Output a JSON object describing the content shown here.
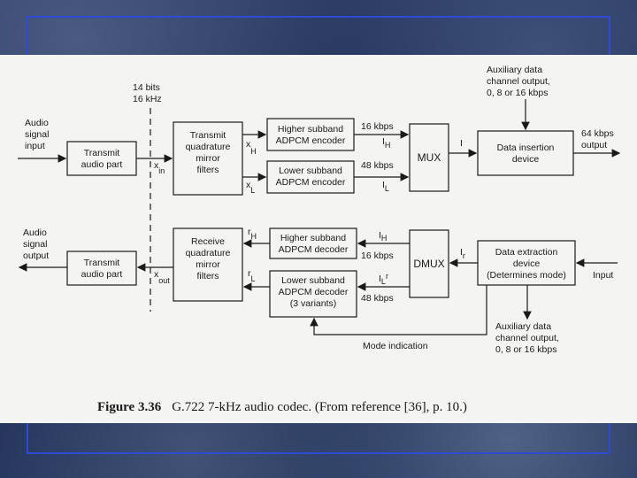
{
  "diagram": {
    "top_note": {
      "l1": "14 bits",
      "l2": "16 kHz"
    },
    "audio_in": {
      "l1": "Audio",
      "l2": "signal",
      "l3": "input"
    },
    "audio_out": {
      "l1": "Audio",
      "l2": "signal",
      "l3": "output"
    },
    "tx_audio": {
      "l1": "Transmit",
      "l2": "audio part"
    },
    "rx_audio": {
      "l1": "Transmit",
      "l2": "audio part"
    },
    "tqmf": {
      "l1": "Transmit",
      "l2": "quadrature",
      "l3": "mirror",
      "l4": "filters"
    },
    "rqmf": {
      "l1": "Receive",
      "l2": "quadrature",
      "l3": "mirror",
      "l4": "filters"
    },
    "enc_h": {
      "l1": "Higher subband",
      "l2": "ADPCM encoder"
    },
    "enc_l": {
      "l1": "Lower subband",
      "l2": "ADPCM encoder"
    },
    "dec_h": {
      "l1": "Higher subband",
      "l2": "ADPCM decoder"
    },
    "dec_l": {
      "l1": "Lower subband",
      "l2": "ADPCM decoder",
      "l3": "(3 variants)"
    },
    "mux": "MUX",
    "dmux": "DMUX",
    "insert": {
      "l1": "Data insertion",
      "l2": "device"
    },
    "extract": {
      "l1": "Data extraction",
      "l2": "device",
      "l3": "(Determines mode)"
    },
    "aux_top": {
      "l1": "Auxiliary data",
      "l2": "channel output,",
      "l3": "0, 8 or 16 kbps"
    },
    "aux_bot": {
      "l1": "Auxiliary data",
      "l2": "channel output,",
      "l3": "0, 8 or 16 kbps"
    },
    "out64": {
      "l1": "64 kbps",
      "l2": "output"
    },
    "input_lbl": "Input",
    "mode": "Mode indication",
    "rates": {
      "h_top": "16 kbps",
      "l_top": "48 kbps",
      "h_bot": "16 kbps",
      "l_bot": "48 kbps"
    },
    "sig": {
      "xin": "x",
      "xin_sub": "in",
      "xh": "x",
      "xh_sub": "H",
      "xl": "x",
      "xl_sub": "L",
      "ih": "I",
      "ih_sub": "H",
      "il": "I",
      "il_sub": "L",
      "i": "I",
      "ihr": "I",
      "ihr_sub": "H",
      "ilr": "I",
      "ilr_sub": "L",
      "ilr_sup": "r",
      "ir": "I",
      "ir_sub": "r",
      "rh": "r",
      "rh_sub": "H",
      "rl": "r",
      "rl_sub": "L",
      "xout": "x",
      "xout_sub": "out"
    }
  },
  "caption": {
    "figure": "Figure 3.36",
    "text": "G.722 7-kHz audio codec. (From reference [36], p. 10.)"
  }
}
